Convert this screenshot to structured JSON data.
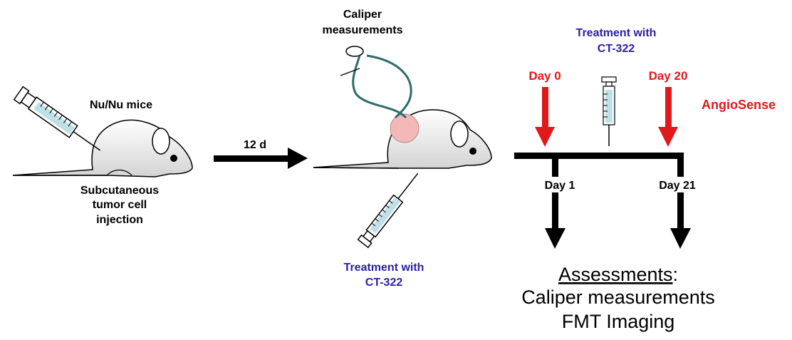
{
  "stage1": {
    "mice_label": "Nu/Nu mice",
    "injection_lines": [
      "Subcutaneous",
      "tumor cell",
      "injection"
    ]
  },
  "timeline_arrow_label": "12 d",
  "stage2": {
    "caliper_lines": [
      "Caliper",
      "measurements"
    ],
    "treatment_lines": [
      "Treatment with",
      "CT-322"
    ]
  },
  "stage3": {
    "treatment_lines": [
      "Treatment with",
      "CT-322"
    ],
    "day_0": "Day 0",
    "day_20": "Day 20",
    "day_1": "Day 1",
    "day_21": "Day 21",
    "brand": "AngioSense",
    "assessments_title": "Assessments",
    "assessments_colon": ":",
    "assessments_items": [
      "Caliper measurements",
      "FMT Imaging"
    ]
  },
  "colors": {
    "red": "#e0191b",
    "blue": "#2a1fa3",
    "tumor": "#f4b8b8",
    "caliper": "#2e6b6b",
    "syringe_fluid": "#bfe0e6"
  }
}
